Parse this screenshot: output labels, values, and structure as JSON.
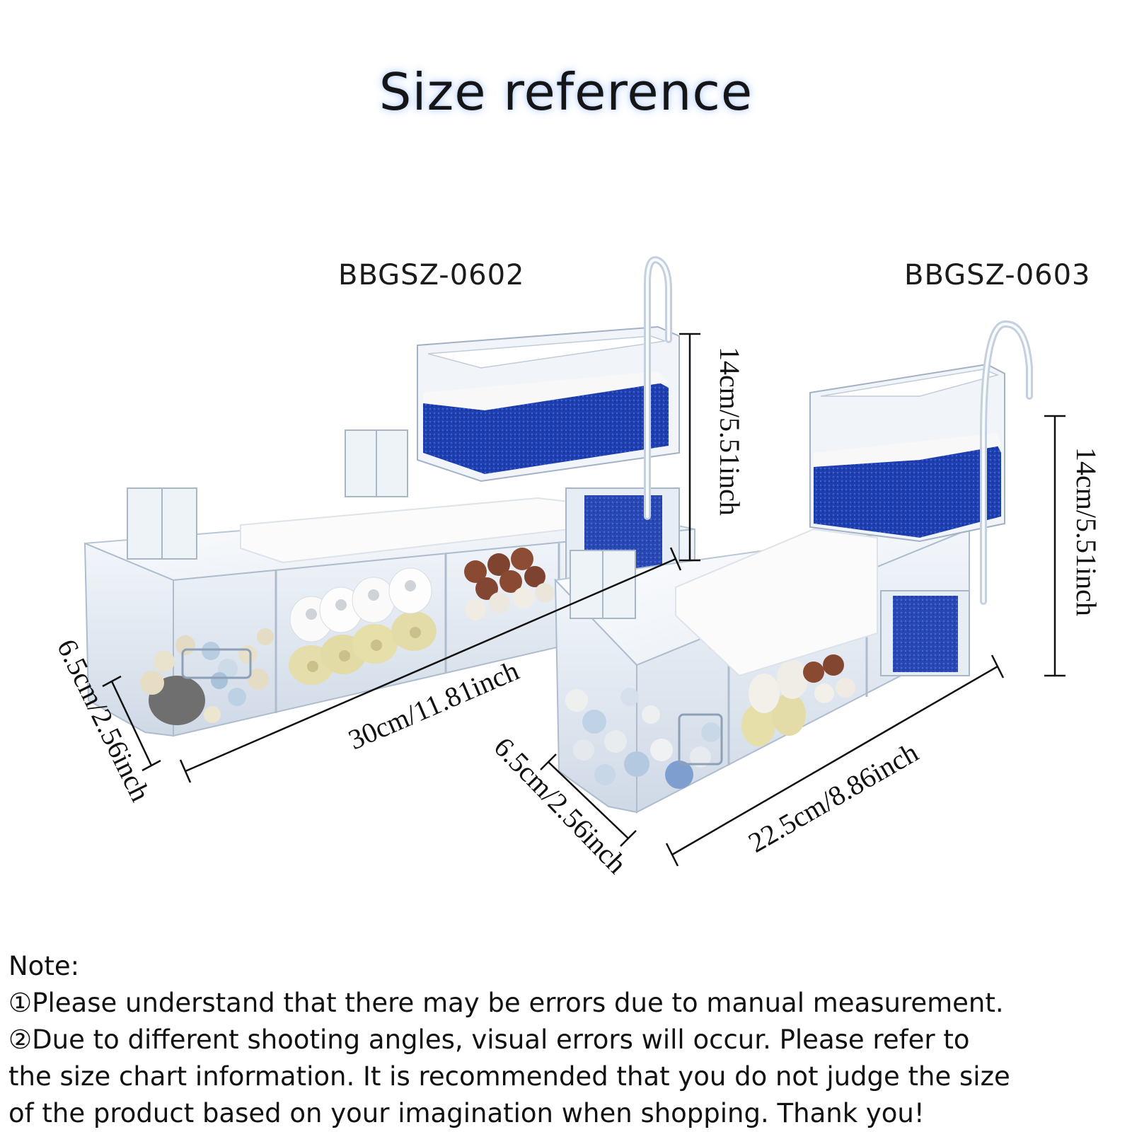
{
  "title": "Size reference",
  "products": [
    {
      "model": "BBGSZ-0602",
      "height_label": "14cm/5.51inch",
      "length_label": "30cm/11.81inch",
      "width_label": "6.5cm/2.56inch"
    },
    {
      "model": "BBGSZ-0603",
      "height_label": "14cm/5.51inch",
      "length_label": "22.5cm/8.86inch",
      "width_label": "6.5cm/2.56inch"
    }
  ],
  "note": {
    "heading": "Note:",
    "lines": [
      "①Please understand that there may be errors due to manual measurement.",
      "②Due to different shooting angles, visual errors will occur. Please refer to",
      "the size chart information. It is recommended that you do not judge the size",
      "of the product based on your imagination when shopping. Thank you!"
    ]
  },
  "colors": {
    "sponge_blue": "#1f3fb0",
    "media_brown": "#8a4a32",
    "media_yellow": "#e6e0a8",
    "acrylic": "#dfe8f2"
  }
}
